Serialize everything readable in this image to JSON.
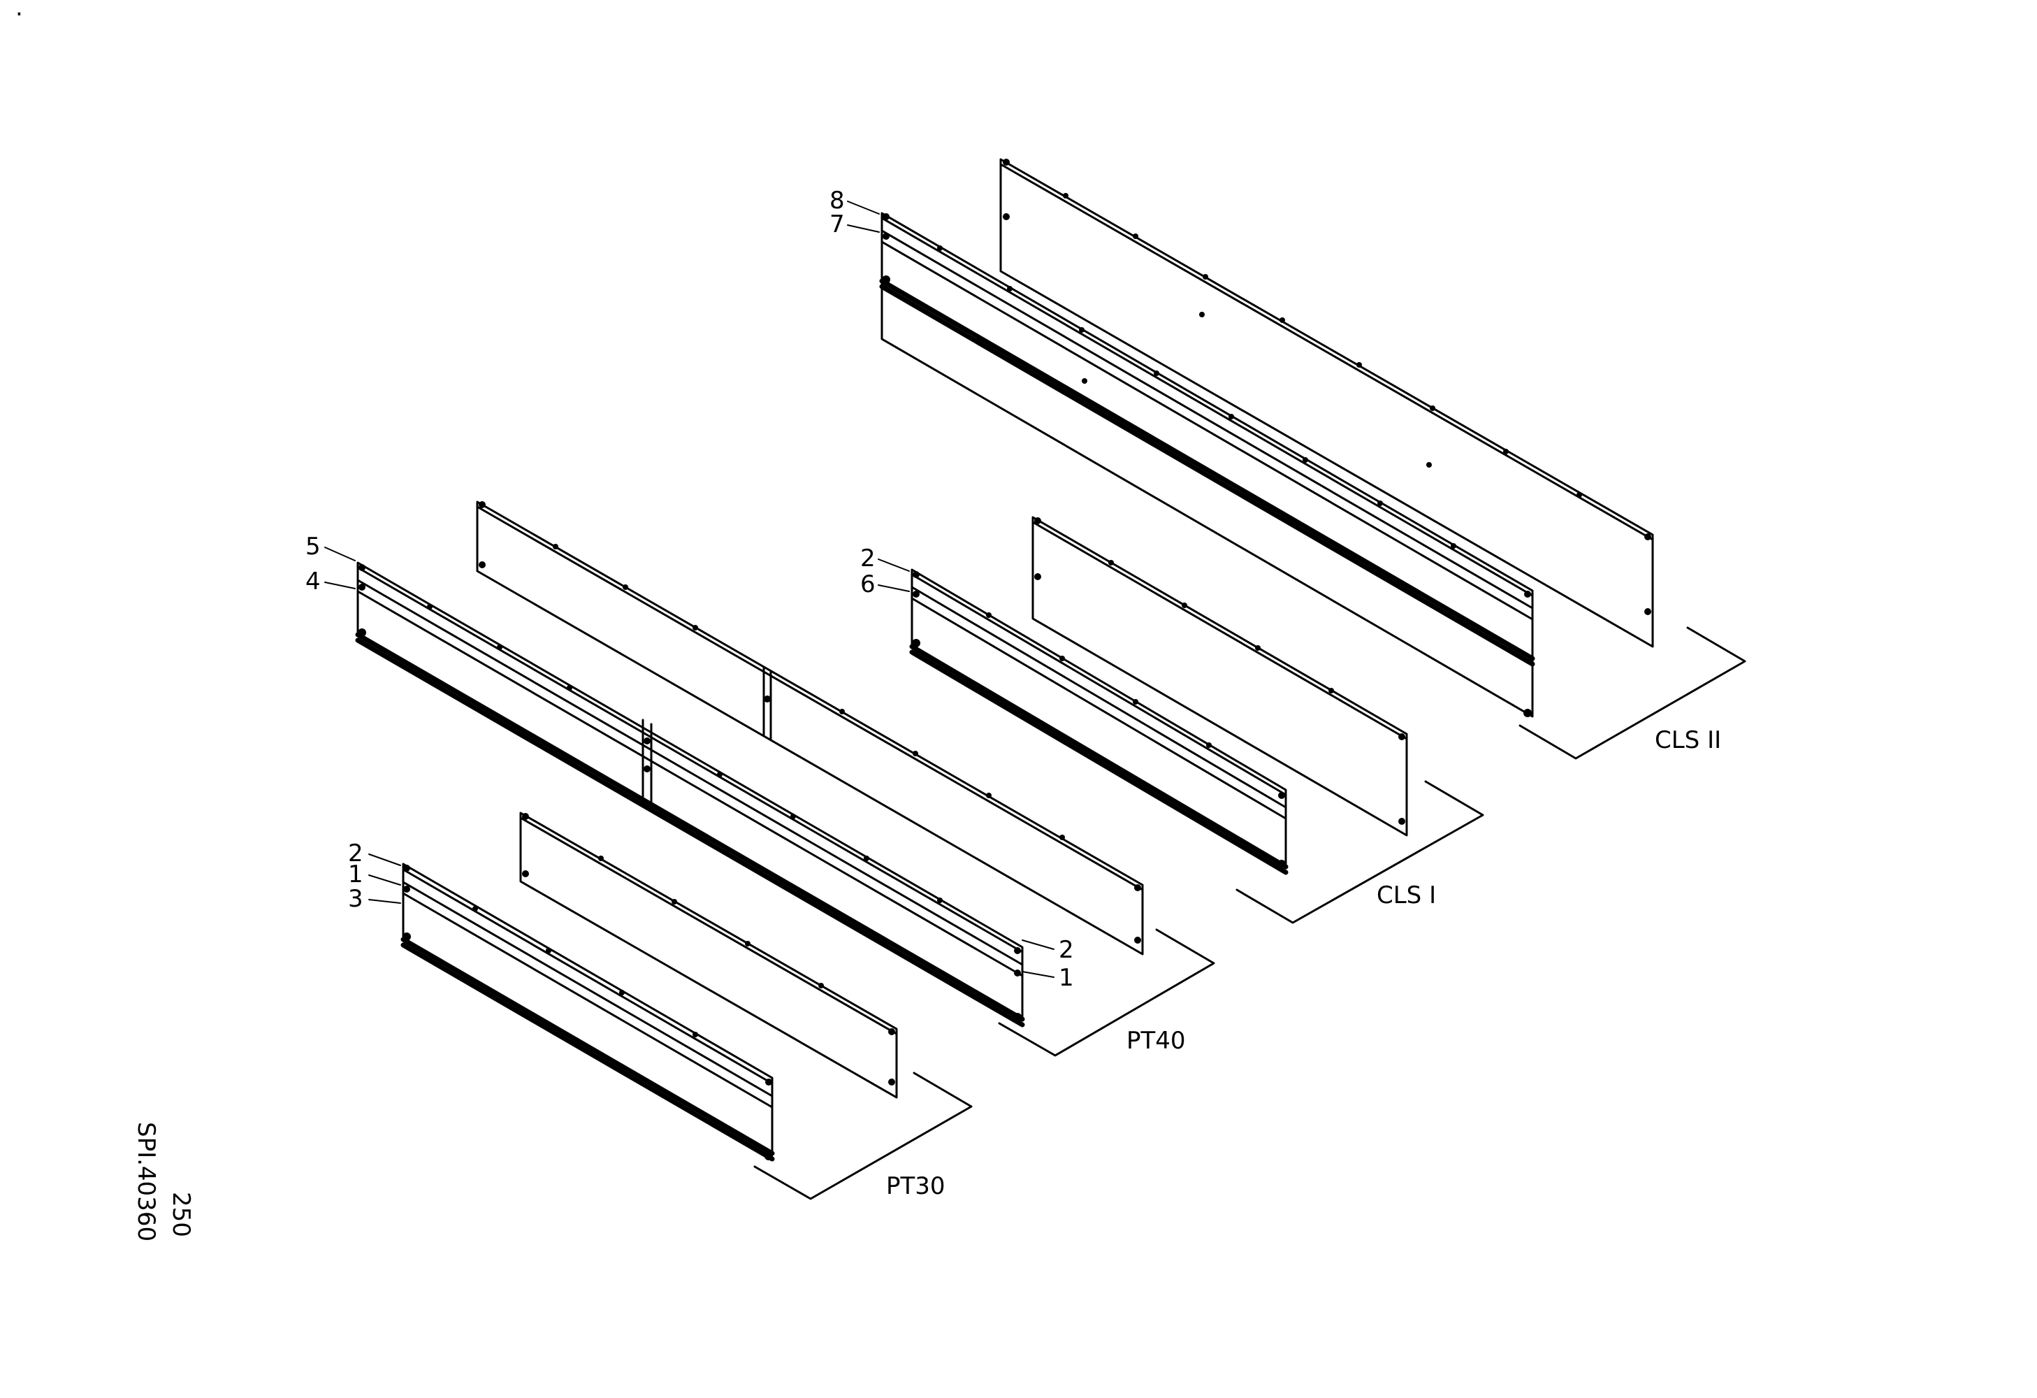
{
  "corner_mark": ".",
  "groups": {
    "pt30": "PT30",
    "pt40": "PT40",
    "cls1": "CLS I",
    "cls2": "CLS II"
  },
  "callouts": {
    "pt30_2": "2",
    "pt30_1": "1",
    "pt30_3": "3",
    "pt40_5": "5",
    "pt40_4": "4",
    "pt40_2": "2",
    "pt40_1": "1",
    "cls1_2": "2",
    "cls1_6": "6",
    "cls2_8": "8",
    "cls2_7": "7"
  },
  "drawing_code": "SPI.40360",
  "drawing_number": "250"
}
